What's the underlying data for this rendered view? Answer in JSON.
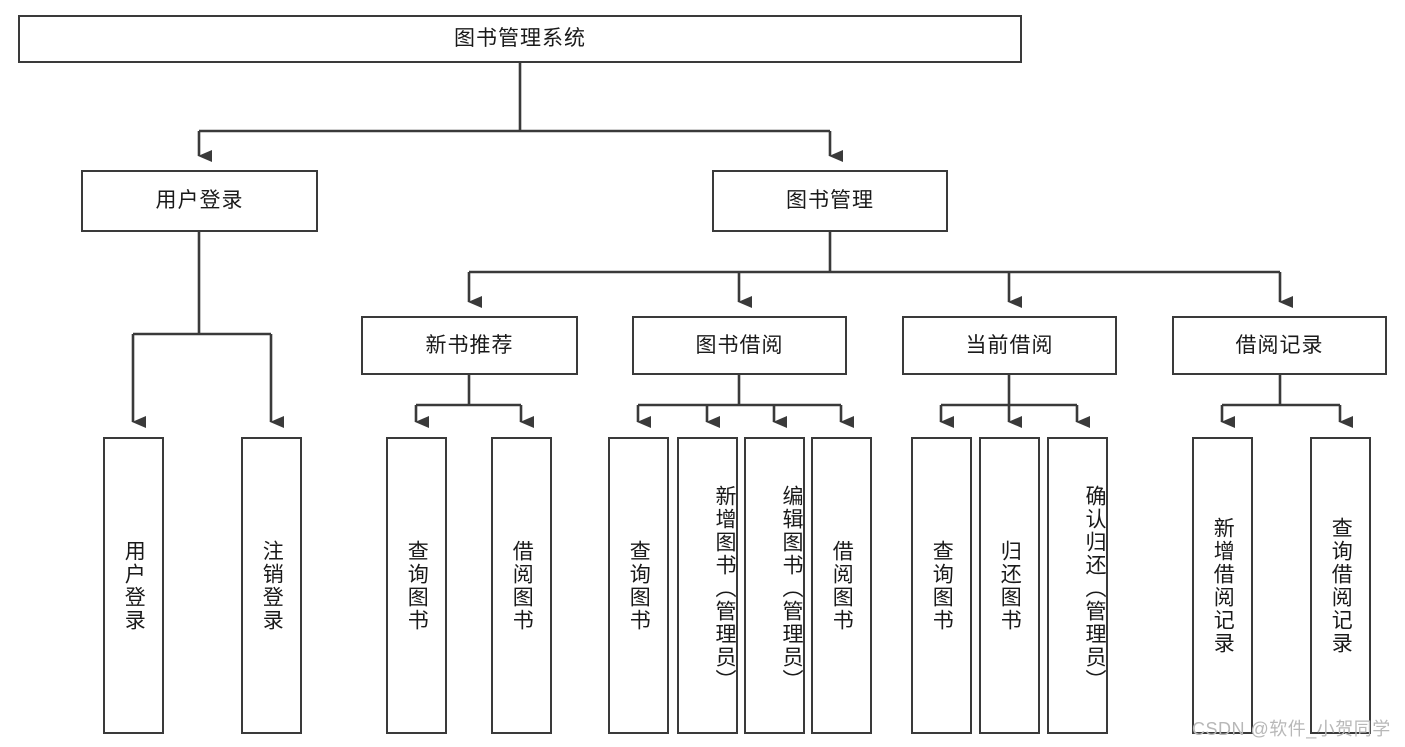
{
  "diagram": {
    "title": "图书管理系统",
    "type": "hierarchy-tree",
    "colors": {
      "stroke": "#3a3a3a",
      "fill": "#ffffff",
      "text": "#1a1a1a",
      "watermark": "#b8b8b8"
    },
    "root": {
      "label": "图书管理系统"
    },
    "level2": [
      {
        "label": "用户登录"
      },
      {
        "label": "图书管理"
      }
    ],
    "level3": [
      {
        "label": "新书推荐"
      },
      {
        "label": "图书借阅"
      },
      {
        "label": "当前借阅"
      },
      {
        "label": "借阅记录"
      }
    ],
    "leaves_user_login": [
      {
        "label": "用户登录"
      },
      {
        "label": "注销登录"
      }
    ],
    "leaves_new_book": [
      {
        "label": "查询图书"
      },
      {
        "label": "借阅图书"
      }
    ],
    "leaves_borrow": [
      {
        "label": "查询图书"
      },
      {
        "label": "新增图书（管理员）"
      },
      {
        "label": "编辑图书（管理员）"
      },
      {
        "label": "借阅图书"
      }
    ],
    "leaves_current": [
      {
        "label": "查询图书"
      },
      {
        "label": "归还图书"
      },
      {
        "label": "确认归还（管理员）"
      }
    ],
    "leaves_records": [
      {
        "label": "新增借阅记录"
      },
      {
        "label": "查询借阅记录"
      }
    ]
  },
  "watermark": {
    "text": "CSDN @软件_小贺同学"
  }
}
